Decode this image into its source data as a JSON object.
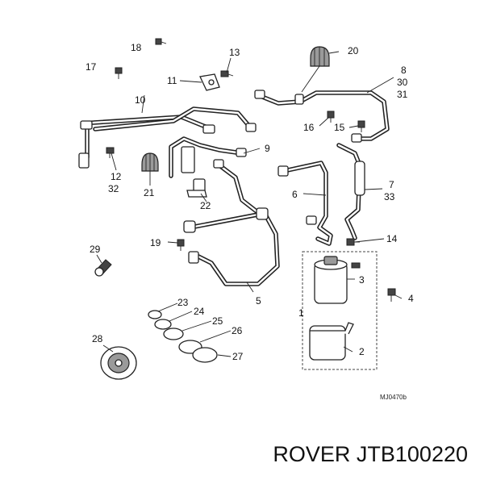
{
  "callouts": {
    "n1": "1",
    "n2": "2",
    "n3": "3",
    "n4": "4",
    "n5": "5",
    "n6": "6",
    "n7": "7",
    "n8": "8",
    "n9": "9",
    "n10": "10",
    "n11": "11",
    "n12": "12",
    "n13": "13",
    "n14": "14",
    "n15": "15",
    "n16": "16",
    "n17": "17",
    "n18": "18",
    "n19": "19",
    "n20": "20",
    "n21": "21",
    "n22": "22",
    "n23": "23",
    "n24": "24",
    "n25": "25",
    "n26": "26",
    "n27": "27",
    "n28": "28",
    "n29": "29",
    "n30": "30",
    "n31": "31",
    "n32": "32",
    "n33": "33"
  },
  "diagram_code": "MJ0470b",
  "caption": "ROVER JTB100220"
}
